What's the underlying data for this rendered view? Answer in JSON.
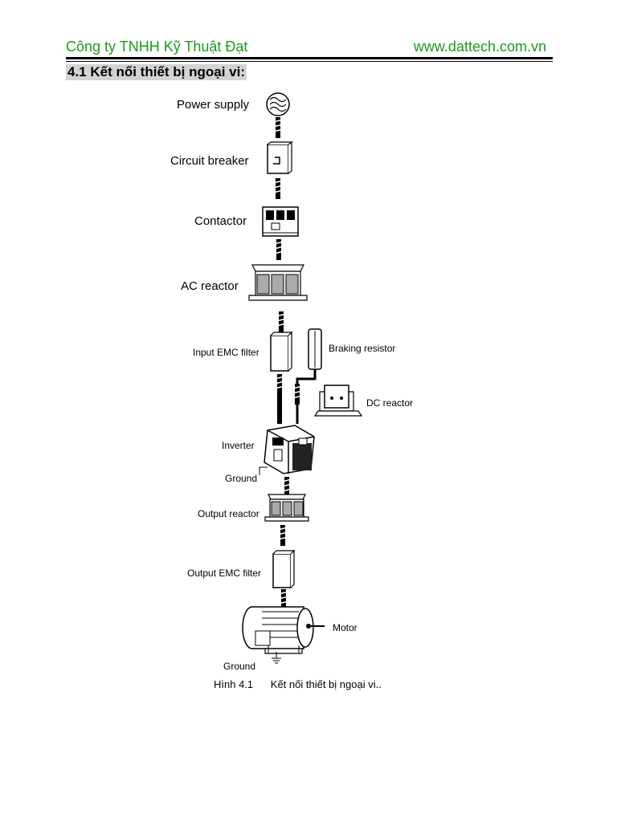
{
  "header": {
    "company": "Công ty TNHH Kỹ Thuật Đạt",
    "website": "www.dattech.com.vn"
  },
  "section_title": "4.1 Kết nối thiết bị ngoại vi:",
  "diagram": {
    "labels": {
      "power_supply": "Power supply",
      "circuit_breaker": "Circuit breaker",
      "contactor": "Contactor",
      "ac_reactor": "AC reactor",
      "input_emc_filter": "Input EMC filter",
      "braking_resistor": "Braking resistor",
      "dc_reactor": "DC reactor",
      "inverter": "Inverter",
      "ground_inverter": "Ground",
      "output_reactor": "Output reactor",
      "output_emc_filter": "Output EMC filter",
      "motor": "Motor",
      "ground_motor": "Ground"
    }
  },
  "caption": {
    "number": "Hình 4.1",
    "text": "Kết nối thiết bị ngoại vi.."
  }
}
